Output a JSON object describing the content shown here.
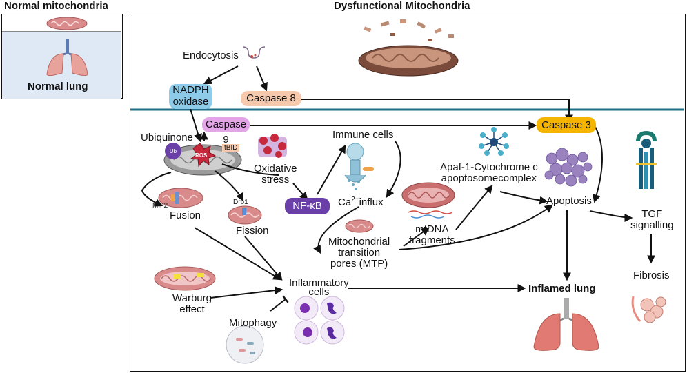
{
  "titles": {
    "left": "Normal mitochondria",
    "main": "Dysfunctional Mitochondria"
  },
  "left_panel": {
    "lung_label": "Normal lung"
  },
  "nodes": {
    "endocytosis": "Endocytosis",
    "nadph_line1": "NADPH",
    "nadph_line2": "oxidase",
    "caspase8": "Caspase 8",
    "caspase9": "Caspase 9",
    "caspase3": "Caspase 3",
    "ubiquinone": "Ubiquinone",
    "ub": "Ub",
    "ros": "ROS",
    "tbid": "tBID",
    "oxidative_line1": "Oxidative",
    "oxidative_line2": "stress",
    "immune_cells": "Immune cells",
    "nfkb": "NF-κB",
    "ca_influx_prefix": "Ca",
    "ca_influx_sup": "2+",
    "ca_influx_suffix": "influx",
    "mfn2": "Mfn2",
    "fusion": "Fusion",
    "drp1": "Drp1",
    "fission": "Fission",
    "mtp_line1": "Mitochondrial",
    "mtp_line2": "transition",
    "mtp_line3": "pores (MTP)",
    "mtdna_line1": "mtDNA",
    "mtdna_line2": "fragments",
    "apaf_line1": "Apaf-1-Cytochrome c",
    "apaf_line2": "apoptosomecomplex",
    "apoptosis": "Apoptosis",
    "tgf_line1": "TGF",
    "tgf_line2": "signalling",
    "fibrosis": "Fibrosis",
    "warburg_line1": "Warburg",
    "warburg_line2": "effect",
    "inflammatory_line1": "Inflammatory",
    "inflammatory_line2": "cells",
    "mitophagy": "Mitophagy",
    "inflamed_lung": "Inflamed lung"
  },
  "colors": {
    "nadph_box": "#8ecbe9",
    "caspase8_box": "#f6c9ad",
    "caspase9_box": "#e2a6e6",
    "caspase3_box": "#f4b400",
    "nfkb_box": "#6b3fa8",
    "divider": "#1f6d8a",
    "ros": "#c7283c",
    "mitochondria": "#d98b8b",
    "lung": "#e07a72"
  }
}
